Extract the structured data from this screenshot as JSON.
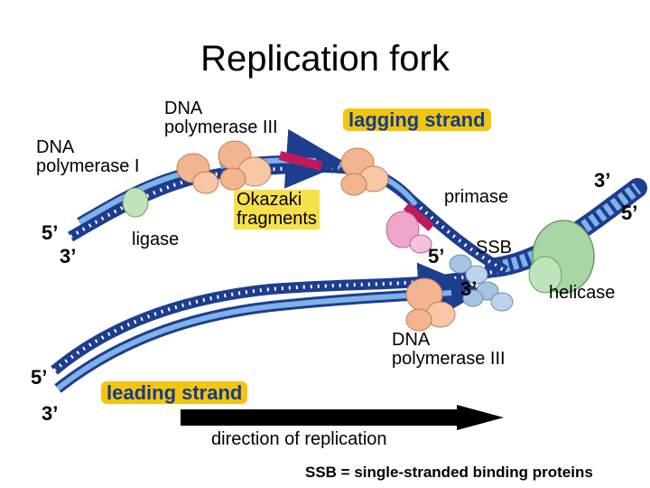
{
  "title": "Replication fork",
  "labels": {
    "dna_pol3_top_l1": "DNA",
    "dna_pol3_top_l2": "polymerase III",
    "lagging_strand": "lagging strand",
    "dna_pol1_l1": "DNA",
    "dna_pol1_l2": "polymerase I",
    "okazaki_l1": "Okazaki",
    "okazaki_l2": "fragments",
    "primase": "primase",
    "ligase": "ligase",
    "ssb": "SSB",
    "helicase": "helicase",
    "dna_pol3_bottom_l1": "DNA",
    "dna_pol3_bottom_l2": "polymerase III",
    "leading_strand": "leading strand",
    "direction": "direction of replication",
    "ssb_definition": "SSB = single-stranded binding proteins"
  },
  "ends": {
    "top_left_5": "5’",
    "top_left_3": "3’",
    "right_3": "3’",
    "right_5": "5’",
    "mid_5": "5’",
    "mid_3": "3’",
    "bottom_left_5": "5’",
    "bottom_left_3": "3’"
  },
  "colors": {
    "strand_dark": "#1d3d8f",
    "strand_light": "#7fb2e8",
    "polymerase": "#f3b58f",
    "helicase": "#a9d6a4",
    "ssb": "#a6c3e2",
    "primase": "#f0a6cc",
    "primer": "#c2185b",
    "highlight": "#f4c50f"
  }
}
